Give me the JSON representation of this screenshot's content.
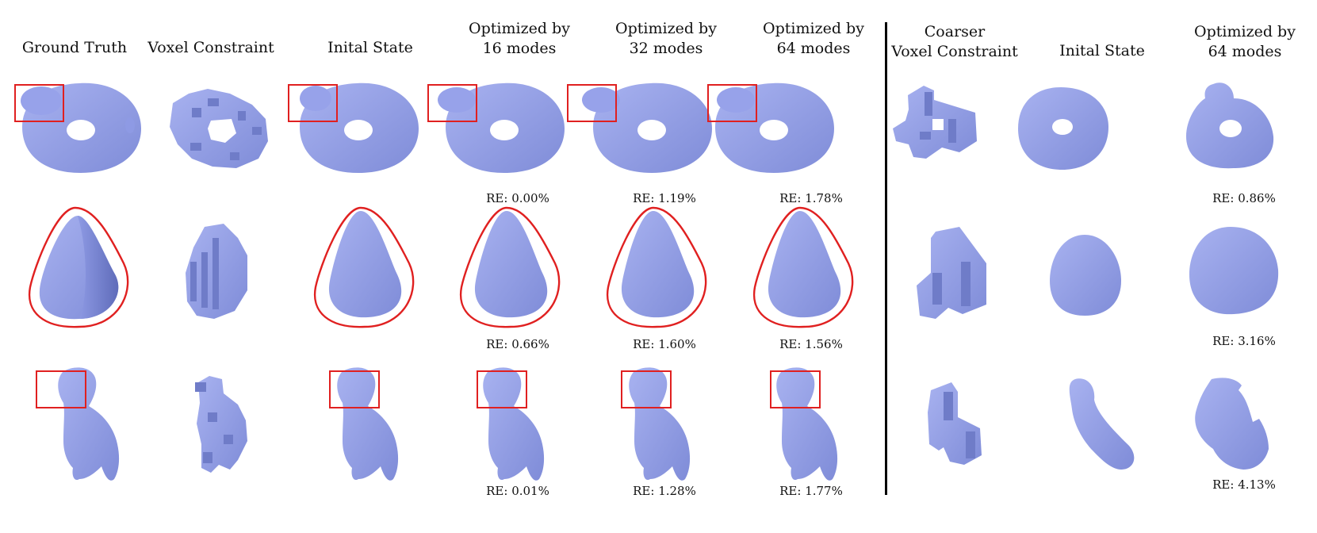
{
  "headers": [
    {
      "id": "ground-truth",
      "lines": [
        "Ground Truth"
      ]
    },
    {
      "id": "voxel-constraint",
      "lines": [
        "Voxel Constraint"
      ]
    },
    {
      "id": "initial-state",
      "lines": [
        "Inital State"
      ]
    },
    {
      "id": "optimized-16",
      "lines": [
        "Optimized by",
        "16 modes"
      ]
    },
    {
      "id": "optimized-32",
      "lines": [
        "Optimized by",
        "32 modes"
      ]
    },
    {
      "id": "optimized-64",
      "lines": [
        "Optimized by",
        "64 modes"
      ]
    },
    {
      "id": "coarser-voxel",
      "lines": [
        "Coarser",
        "Voxel Constraint"
      ]
    },
    {
      "id": "initial-state-2",
      "lines": [
        "Inital State"
      ]
    },
    {
      "id": "optimized-64-2",
      "lines": [
        "Optimized by",
        "64 modes"
      ]
    }
  ],
  "relative_errors": {
    "row1": {
      "m16": "RE: 0.00%",
      "m32": "RE: 1.19%",
      "m64": "RE: 1.78%",
      "coarse64": "RE: 0.86%"
    },
    "row2": {
      "m16": "RE: 0.66%",
      "m32": "RE: 1.60%",
      "m64": "RE: 1.56%",
      "coarse64": "RE: 3.16%"
    },
    "row3": {
      "m16": "RE: 0.01%",
      "m32": "RE: 1.28%",
      "m64": "RE: 1.77%",
      "coarse64": "RE: 4.13%"
    }
  },
  "colors": {
    "shape": "#8f9be6",
    "shape_dark": "#6f7cc8",
    "highlight": "#e02020",
    "text": "#111111"
  }
}
